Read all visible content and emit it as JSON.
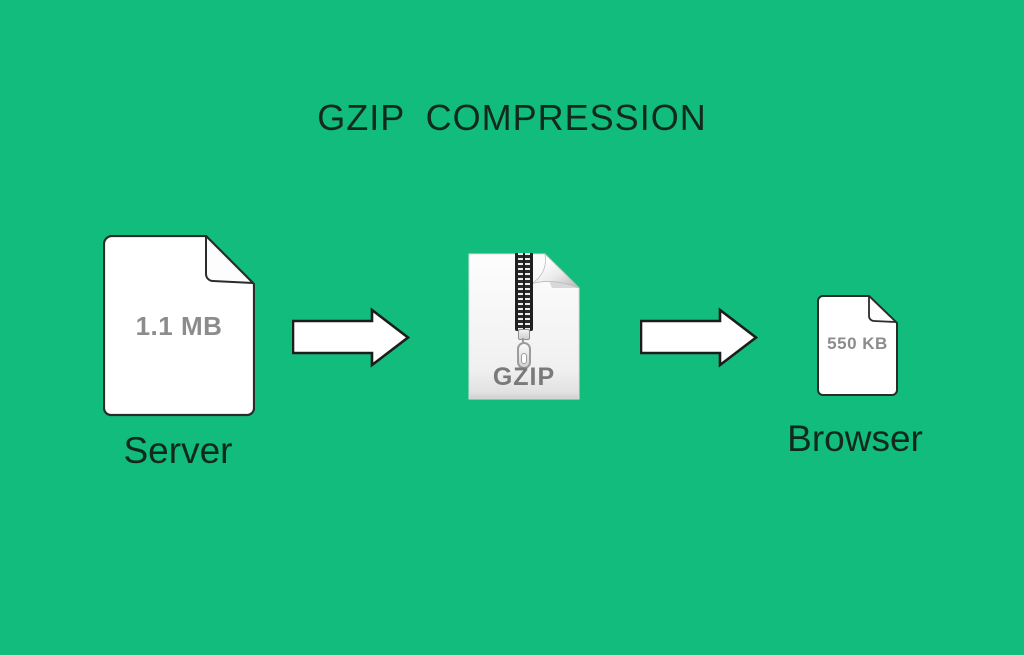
{
  "title": "GZIP COMPRESSION",
  "colors": {
    "background": "#11bc7d",
    "dark_text": "#13291d",
    "file_size_text": "#8c8c8c",
    "gzip_icon_text": "#7a7a7a",
    "shape_outline": "#2b2b2b",
    "shape_fill": "#ffffff"
  },
  "flow": {
    "server": {
      "file_size": "1.1 MB",
      "label": "Server"
    },
    "gzip": {
      "label": "GZIP"
    },
    "browser": {
      "file_size": "550 KB",
      "label": "Browser"
    }
  }
}
